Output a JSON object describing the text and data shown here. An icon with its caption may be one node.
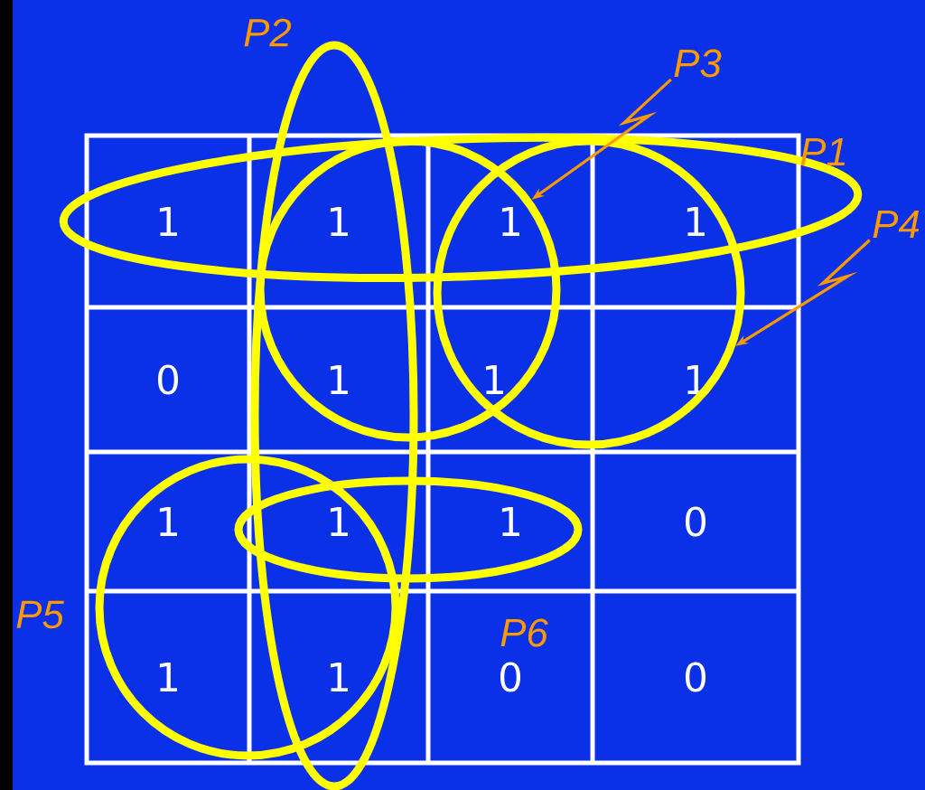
{
  "diagram": {
    "nodes": [
      {
        "text": [],
        "shape": "ellipse",
        "beside": [
          "P1"
        ]
      },
      {
        "text": [],
        "shape": "ellipse",
        "beside": [
          "P2"
        ]
      },
      {
        "text": [],
        "shape": "circle"
      },
      {
        "text": [],
        "shape": "circle"
      },
      {
        "text": [],
        "shape": "circle",
        "beside": [
          "P5"
        ]
      },
      {
        "text": [],
        "shape": "ellipse",
        "beside": [
          "P6"
        ]
      },
      {
        "text": [
          "P3"
        ]
      },
      {
        "text": [
          "P4"
        ]
      }
    ],
    "edges": [
      {
        "from": 6,
        "to": 2,
        "arrow": "to"
      },
      {
        "from": 7,
        "to": 3,
        "arrow": "to"
      }
    ],
    "labels": [
      "1",
      "1",
      "1",
      "1",
      "0",
      "1",
      "1",
      "1",
      "1",
      "1",
      "1",
      "0",
      "1",
      "1",
      "0",
      "0"
    ]
  }
}
